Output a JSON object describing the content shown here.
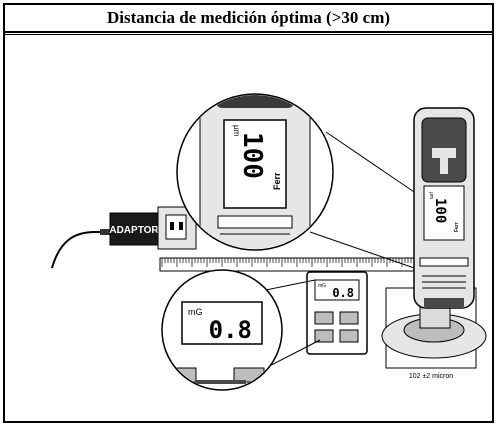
{
  "title": "Distancia de medición óptima (>30 cm)",
  "adaptor_label": "ADAPTOR",
  "meter_small": {
    "unit": "mG",
    "value": "0.8"
  },
  "meter_zoom": {
    "unit": "mG",
    "value": "0.8"
  },
  "gauge_zoom": {
    "unit": "µm",
    "value": "100",
    "mode": "Ferr"
  },
  "gauge_small": {
    "unit": "µm",
    "value": "100",
    "mode": "Ferr"
  },
  "calibration_label": "102 ±2 micron",
  "colors": {
    "line": "#000000",
    "fill_light": "#e6e6e6",
    "fill_mid": "#bdbdbd",
    "fill_dark": "#4a4a4a"
  }
}
